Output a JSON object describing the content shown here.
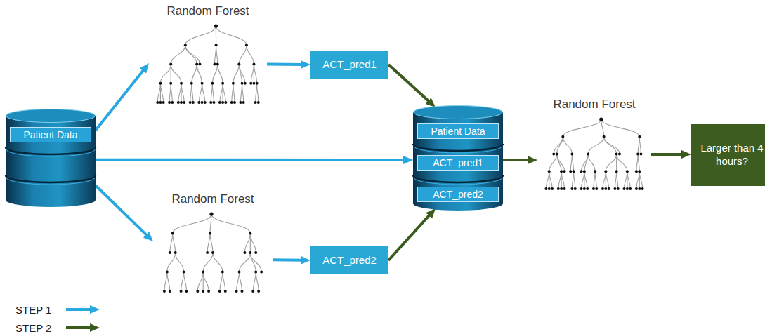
{
  "diagram": {
    "nodes": [
      {
        "text": [
          "Patient Data"
        ]
      },
      {
        "text": [
          "Random Forest"
        ]
      },
      {
        "text": [
          "Random Forest"
        ]
      },
      {
        "text": [
          "ACT_pred1"
        ]
      },
      {
        "text": [
          "ACT_pred2"
        ]
      },
      {
        "text": [
          "Patient Data",
          "ACT_pred1",
          "ACT_pred2"
        ]
      },
      {
        "text": [
          "Random Forest"
        ]
      },
      {
        "text": [
          "Larger than 4 hours?"
        ]
      }
    ],
    "edges": [
      {
        "from": 0,
        "to": 1,
        "arrow": "to"
      },
      {
        "from": 1,
        "to": 3,
        "arrow": "to"
      },
      {
        "from": 0,
        "to": 2,
        "arrow": "to"
      },
      {
        "from": 2,
        "to": 4,
        "arrow": "to"
      },
      {
        "from": 0,
        "to": 5,
        "arrow": "to"
      },
      {
        "from": 3,
        "to": 5,
        "arrow": "to"
      },
      {
        "from": 4,
        "to": 5,
        "arrow": "to"
      },
      {
        "from": 5,
        "to": 6,
        "arrow": "to"
      },
      {
        "from": 6,
        "to": 7,
        "arrow": "to"
      }
    ],
    "legend": [
      {
        "text": "STEP 1"
      },
      {
        "text": "STEP 2"
      }
    ]
  }
}
